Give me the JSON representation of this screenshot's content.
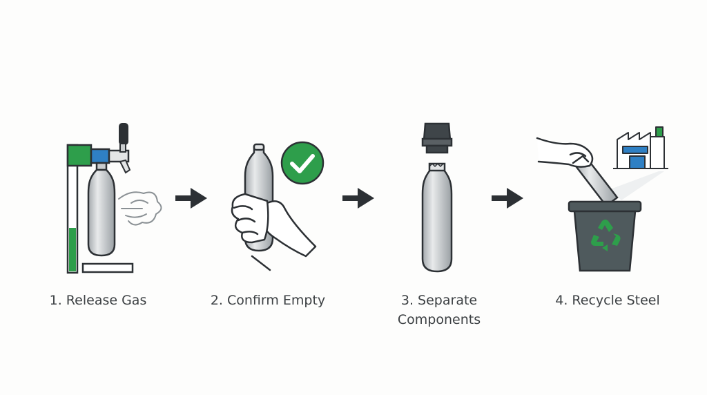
{
  "steps": [
    {
      "label": "1. Release Gas",
      "icon": "gas-release-icon"
    },
    {
      "label": "2. Confirm Empty",
      "icon": "check-icon"
    },
    {
      "label_line1": "3. Separate",
      "label_line2": "Components",
      "icon": "separated-cartridge-icon"
    },
    {
      "label": "4. Recycle Steel",
      "icon": "recycle-icon"
    }
  ],
  "arrow_icon": "arrow-right-icon",
  "colors": {
    "green": "#2e9e4b",
    "blue": "#2f80c4",
    "outline": "#2c3034",
    "bin": "#4f5a5d",
    "steel": "#c9ccce"
  }
}
